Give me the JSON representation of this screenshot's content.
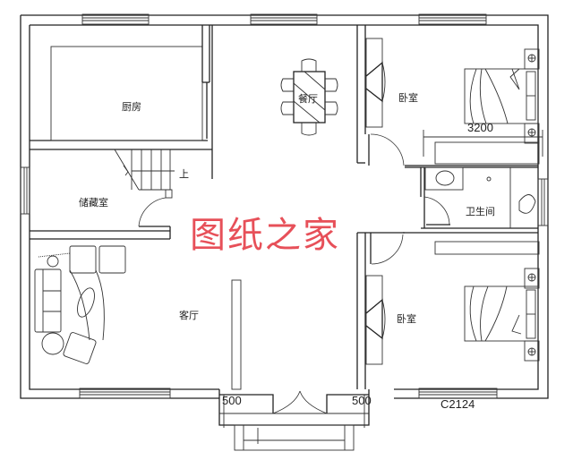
{
  "watermark": "图纸之家",
  "rooms": {
    "kitchen": "厨房",
    "dining": "餐厅",
    "bedroom_north": "卧室",
    "storage": "储藏室",
    "stair_up": "上",
    "bathroom": "卫生间",
    "living": "客厅",
    "bedroom_south": "卧室"
  },
  "dimensions": {
    "bedroom_width": "3200",
    "porch_left": "500",
    "porch_right": "500",
    "window_code": "C2124"
  },
  "colors": {
    "line": "#222222",
    "watermark": "#e5424b",
    "background": "#ffffff"
  }
}
